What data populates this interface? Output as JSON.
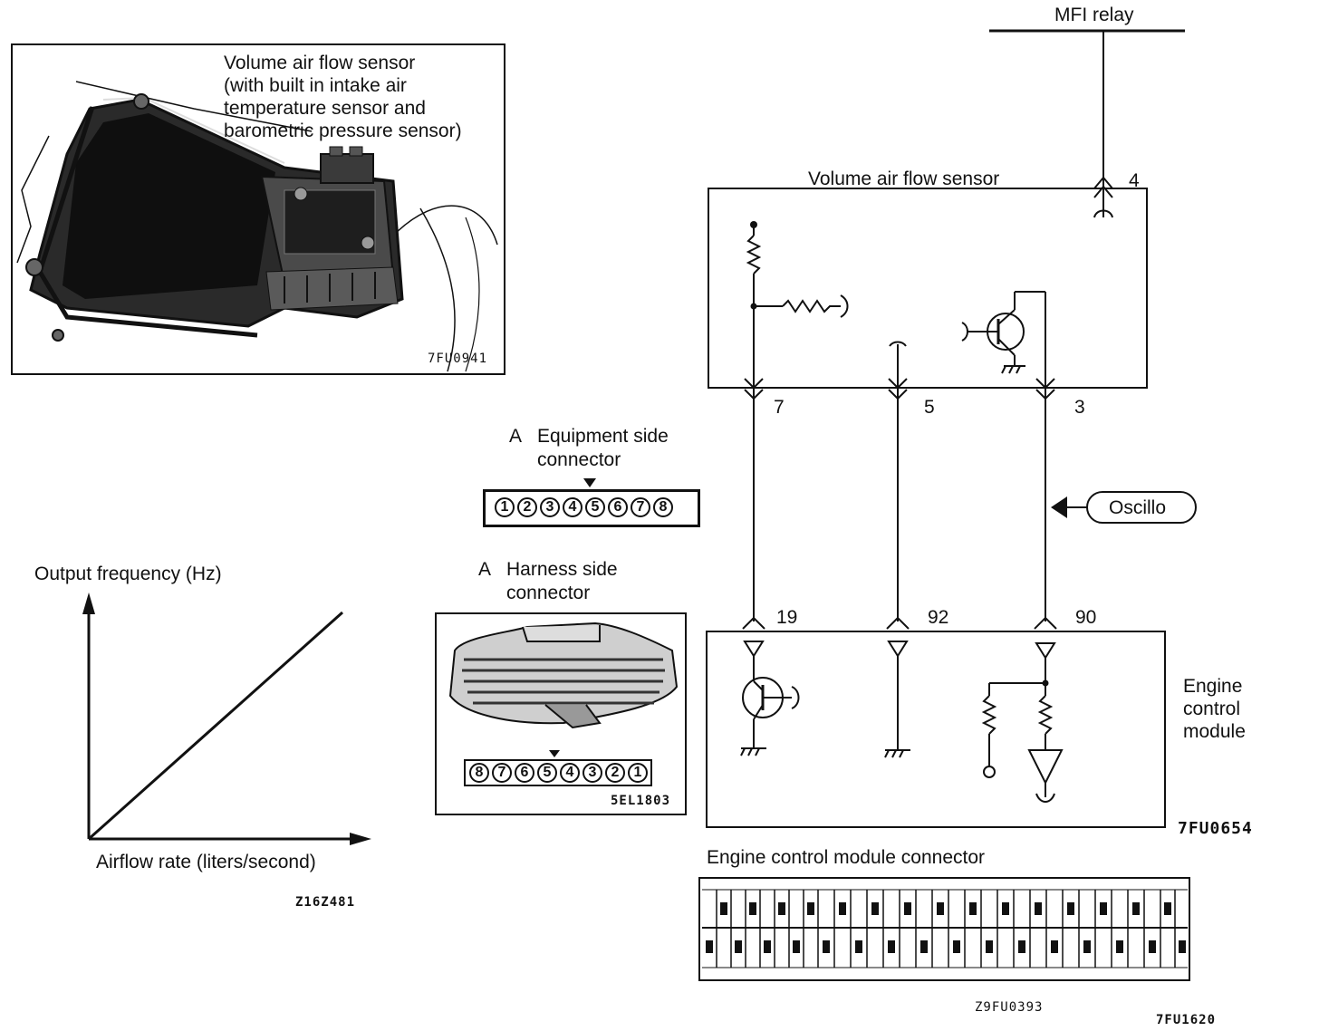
{
  "photo": {
    "caption_lines": [
      "Volume air flow sensor",
      "(with built in intake air",
      "temperature sensor and",
      "barometric pressure sensor)"
    ],
    "code": "7FU0941"
  },
  "equipment_connector": {
    "letter": "A",
    "title_lines": [
      "Equipment side",
      "connector"
    ],
    "pins": [
      "1",
      "2",
      "3",
      "4",
      "5",
      "6",
      "7",
      "8"
    ]
  },
  "harness_connector": {
    "letter": "A",
    "title_lines": [
      "Harness side",
      "connector"
    ],
    "pins": [
      "8",
      "7",
      "6",
      "5",
      "4",
      "3",
      "2",
      "1"
    ],
    "code": "5EL1803"
  },
  "graph": {
    "ylabel": "Output frequency (Hz)",
    "xlabel": "Airflow rate (liters/second)",
    "code": "Z16Z481"
  },
  "schematic": {
    "relay_label": "MFI relay",
    "sensor_label": "Volume air flow sensor",
    "sensor_pins": [
      "4",
      "7",
      "5",
      "3"
    ],
    "ecm_pins": [
      "19",
      "92",
      "90"
    ],
    "oscillo_label": "Oscillo",
    "ecm_label_lines": [
      "Engine",
      "control",
      "module"
    ],
    "code": "7FU0654"
  },
  "ecm_connector": {
    "title": "Engine control module connector",
    "code": "Z9FU0393"
  },
  "page_code": "7FU1620"
}
